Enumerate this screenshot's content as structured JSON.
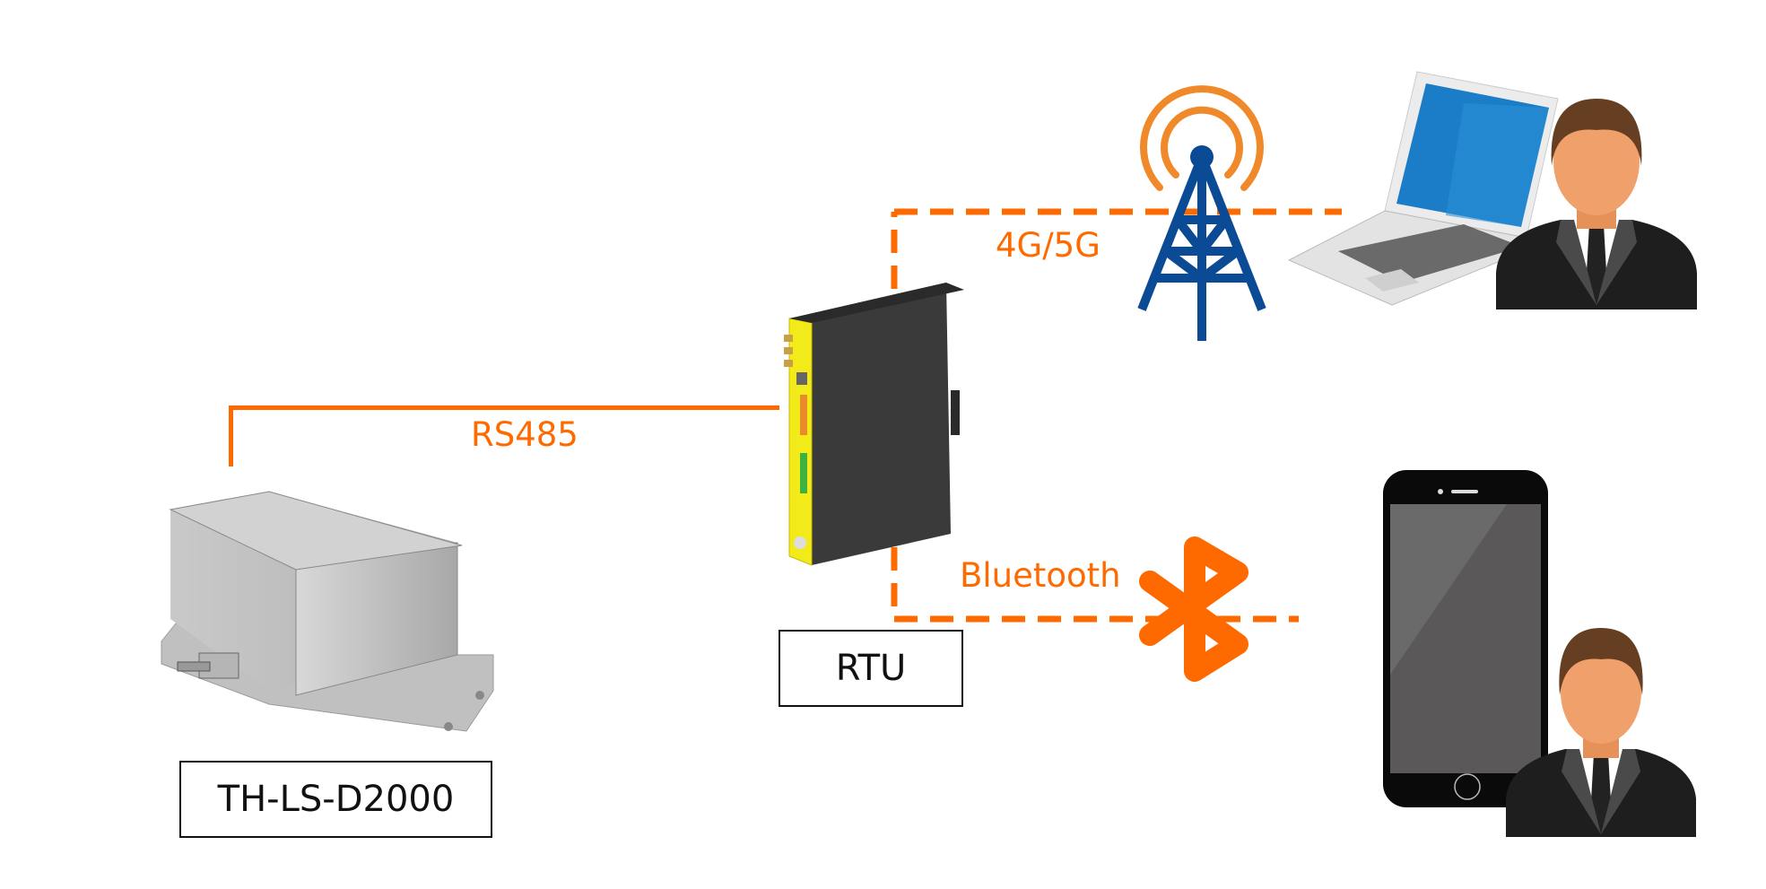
{
  "diagram": {
    "title": "",
    "accent_color": "#ff6a00",
    "nodes": {
      "sensor": {
        "label": "TH-LS-D2000",
        "icon": "sensor-enclosure-icon"
      },
      "rtu": {
        "label": "RTU",
        "icon": "rtu-device-icon"
      },
      "tower": {
        "icon": "cell-tower-icon",
        "color": "#0b4a94",
        "wave_color": "#f0892a"
      },
      "laptop": {
        "icon": "laptop-icon"
      },
      "phone": {
        "icon": "smartphone-icon"
      },
      "user_top": {
        "icon": "person-icon"
      },
      "user_bottom": {
        "icon": "person-icon"
      }
    },
    "links": [
      {
        "from": "sensor",
        "to": "rtu",
        "label": "RS485",
        "style": "solid"
      },
      {
        "from": "rtu",
        "to": "laptop",
        "label": "4G/5G",
        "style": "dashed"
      },
      {
        "from": "rtu",
        "to": "phone",
        "label": "Bluetooth",
        "style": "dashed",
        "icon": "bluetooth-icon"
      }
    ]
  }
}
